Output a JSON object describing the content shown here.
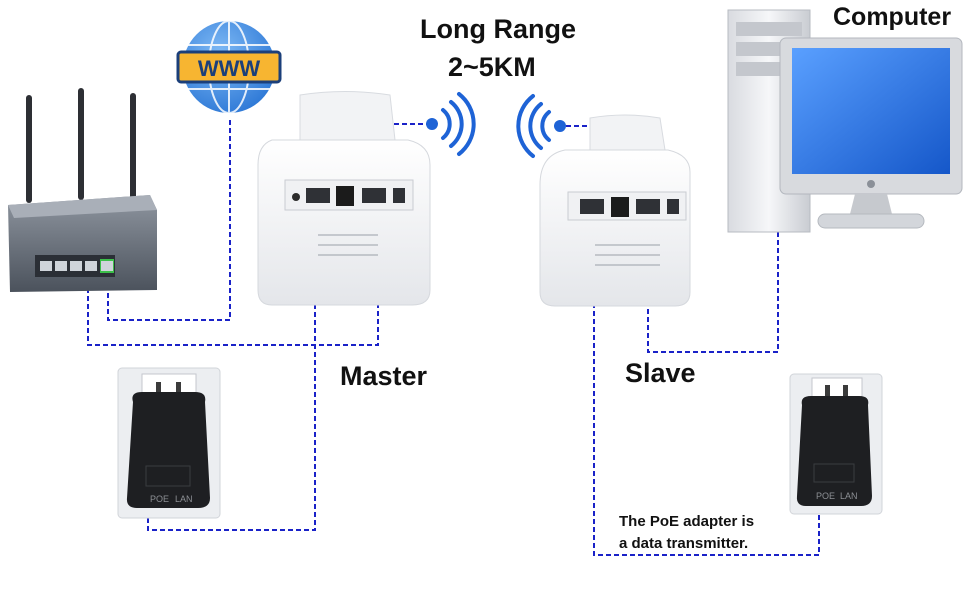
{
  "title": {
    "line1": "Long Range",
    "line2": "2~5KM"
  },
  "devices": {
    "internet_badge": "WWW",
    "computer": "Computer",
    "master": "Master",
    "slave": "Slave",
    "poe_port_label": "POE",
    "lan_port_label": "LAN"
  },
  "note": {
    "line1": "The PoE adapter is",
    "line2": "a data transmitter."
  },
  "colors": {
    "cable": "#1a22c8",
    "signal": "#1e63d6",
    "globe": "#3f8fe6",
    "www_badge": "#f7b531"
  }
}
